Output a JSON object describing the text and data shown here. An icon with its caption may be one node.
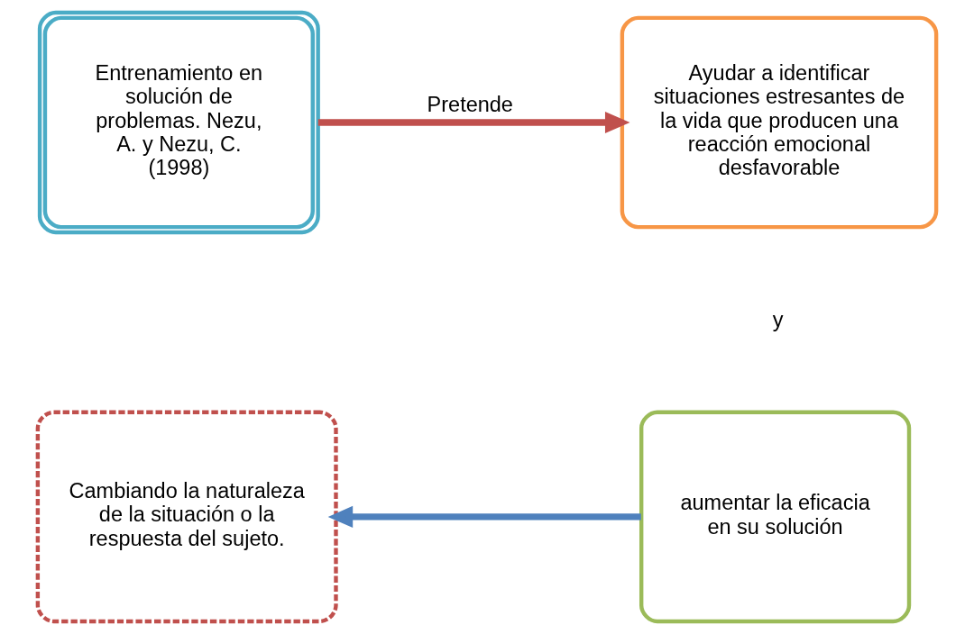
{
  "diagram": {
    "nodes": [
      {
        "text": [
          "Entrenamiento en solución de problemas. Nezu, A. y Nezu, C. (1998)"
        ]
      },
      {
        "text": [
          "Ayudar a identificar situaciones estresantes de la vida que producen una reacción emocional desfavorable"
        ]
      },
      {
        "text": [
          "aumentar la eficacia en su solución"
        ]
      },
      {
        "text": [
          "Cambiando la naturaleza de la situación o la respuesta del sujeto."
        ]
      }
    ],
    "edges": [
      {
        "from": 0,
        "to": 1,
        "arrow": "to",
        "label": "Pretende",
        "color": "#c0504d"
      },
      {
        "from": 2,
        "to": 3,
        "arrow": "to",
        "color": "#4f81bd"
      }
    ],
    "labels": [
      "y"
    ]
  }
}
